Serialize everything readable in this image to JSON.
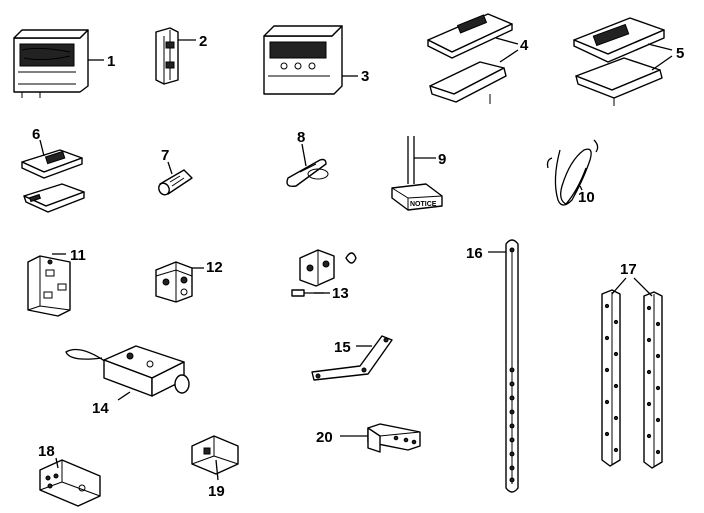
{
  "labels": {
    "p1": "1",
    "p2": "2",
    "p3": "3",
    "p4": "4",
    "p5": "5",
    "p6": "6",
    "p7": "7",
    "p8": "8",
    "p9": "9",
    "p10": "10",
    "p11": "11",
    "p12": "12",
    "p13": "13",
    "p14": "14",
    "p15": "15",
    "p16": "16",
    "p17": "17",
    "p18": "18",
    "p19": "19",
    "p20": "20"
  },
  "part9_text": "NOTICE"
}
